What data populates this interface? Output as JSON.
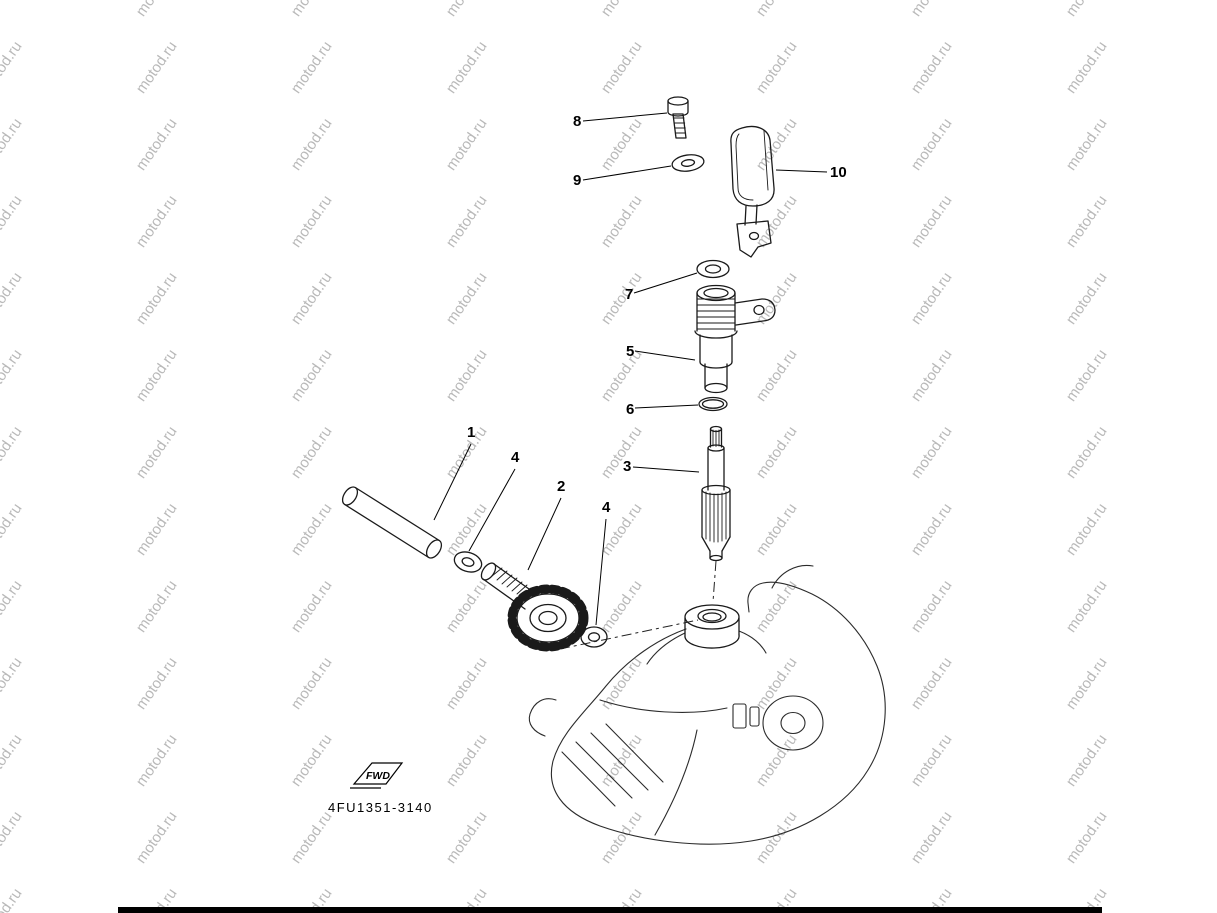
{
  "watermark": {
    "text": "motod.ru",
    "color": "#b9b9b9"
  },
  "diagram": {
    "code": "4FU1351-3140",
    "fwd_label": "FWD",
    "part_labels": {
      "p8": "8",
      "p9": "9",
      "p10": "10",
      "p7": "7",
      "p5": "5",
      "p6": "6",
      "p1": "1",
      "p4a": "4",
      "p2": "2",
      "p4b": "4",
      "p3": "3"
    }
  }
}
